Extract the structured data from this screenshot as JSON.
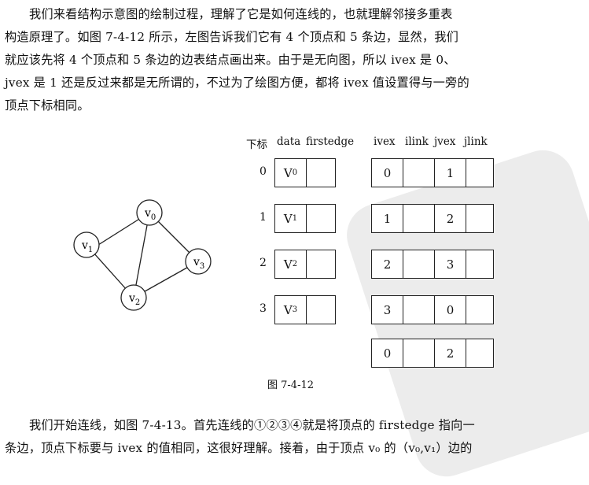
{
  "paragraph_top": [
    "我们来看结构示意图的绘制过程，理解了它是如何连线的，也就理解邻接多重表",
    "构造原理了。如图 7-4-12 所示，左图告诉我们它有 4 个顶点和 5 条边，显然，我们",
    "就应该先将 4 个顶点和 5 条边的边表结点画出来。由于是无向图，所以 ivex 是 0、",
    "jvex 是 1 还是反过来都是无所谓的，不过为了绘图方便，都将 ivex 值设置得与一旁的",
    "顶点下标相同。"
  ],
  "figure": {
    "caption": "图 7-4-12",
    "graph": {
      "vertices": [
        {
          "main": "v",
          "sub": "0"
        },
        {
          "main": "v",
          "sub": "1"
        },
        {
          "main": "v",
          "sub": "2"
        },
        {
          "main": "v",
          "sub": "3"
        }
      ]
    },
    "headers": {
      "index": "下标",
      "data": "data",
      "firstedge": "firstedge",
      "ivex": "ivex",
      "ilink": "ilink",
      "jvex": "jvex",
      "jlink": "jlink"
    },
    "vertex_rows": [
      {
        "index": "0",
        "data_main": "V",
        "data_sub": "0"
      },
      {
        "index": "1",
        "data_main": "V",
        "data_sub": "1"
      },
      {
        "index": "2",
        "data_main": "V",
        "data_sub": "2"
      },
      {
        "index": "3",
        "data_main": "V",
        "data_sub": "3"
      }
    ],
    "edge_rows": [
      {
        "ivex": "0",
        "jvex": "1"
      },
      {
        "ivex": "1",
        "jvex": "2"
      },
      {
        "ivex": "2",
        "jvex": "3"
      },
      {
        "ivex": "3",
        "jvex": "0"
      },
      {
        "ivex": "0",
        "jvex": "2"
      }
    ]
  },
  "paragraph_bottom": [
    "我们开始连线，如图 7-4-13。首先连线的①②③④就是将顶点的 firstedge 指向一",
    "条边，顶点下标要与 ivex 的值相同，这很好理解。接着，由于顶点 v₀ 的（v₀,v₁）边的"
  ]
}
